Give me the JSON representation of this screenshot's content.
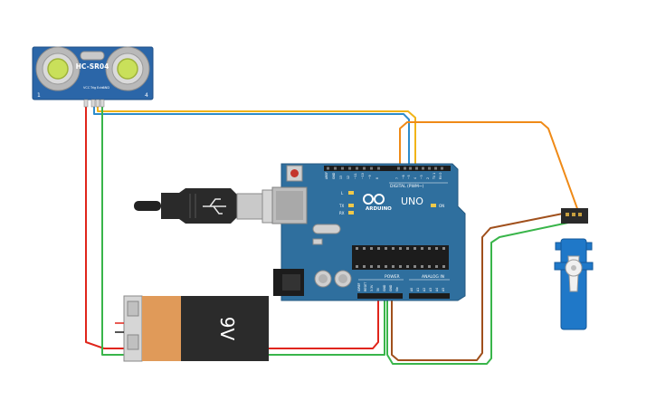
{
  "sensor": {
    "label": "HC-SR04",
    "pins": [
      "VCC",
      "Trig",
      "Echo",
      "GND"
    ],
    "corner_left": "1",
    "corner_right": "4"
  },
  "arduino": {
    "brand": "ARDUINO",
    "model": "UNO",
    "digital_header": "DIGITAL (PWM~)",
    "power_header": "POWER",
    "analog_header": "ANALOG IN",
    "on_label": "ON",
    "tx_label": "TX",
    "rx_label": "RX",
    "l_label": "L",
    "digital_pins": [
      "AREF",
      "GND",
      "13",
      "12",
      "~11",
      "~10",
      "~9",
      "8",
      "7",
      "~6",
      "~5",
      "4",
      "~3",
      "2",
      "TX 1",
      "RX 0"
    ],
    "power_pins": [
      "IOREF",
      "RESET",
      "3.3V",
      "5V",
      "GND",
      "GND",
      "Vin"
    ],
    "analog_pins": [
      "A0",
      "A1",
      "A2",
      "A3",
      "A4",
      "A5"
    ]
  },
  "battery": {
    "label": "9V"
  },
  "colors": {
    "board": "#2f6f9e",
    "wire_red": "#e0251b",
    "wire_green": "#39b54a",
    "wire_blue": "#2d8ccb",
    "wire_yellow": "#f1b418",
    "wire_orange": "#ef8a17",
    "wire_brown": "#a0501c",
    "battery_body": "#e09a59",
    "battery_label": "#2b2b2b",
    "servo": "#1f78c8"
  }
}
